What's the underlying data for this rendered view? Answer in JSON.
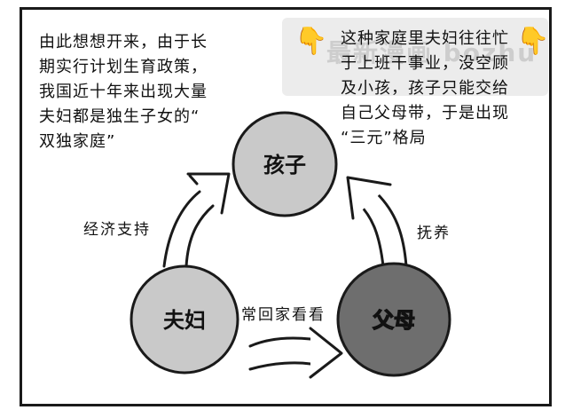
{
  "notes": {
    "left": "由此想想开来，由于长\n期实行计划生育政策，\n我国近十年来出现大量\n夫妇都是独生子女的“\n双独家庭”",
    "right": "这种家庭里夫妇往往忙\n于上班干事业，没空顾\n及小孩，孩子只能交给\n自己父母带，于是出现\n“三元”格局"
  },
  "nodes": {
    "child": "孩子",
    "couple": "夫妇",
    "parents": "父母"
  },
  "edges": {
    "couple_to_child": "经济支持",
    "parents_to_child": "抚养",
    "couple_to_parents": "常回家看看"
  },
  "watermark": {
    "text": "最新漫画 bozhu"
  },
  "icons": [
    "pointing-hand-icon",
    "pointing-hand-icon"
  ],
  "colors": {
    "child_fill": "#c9c9c9",
    "couple_fill": "#c9c9c9",
    "parents_fill": "#6e6e6e",
    "ink": "#1a1a1a",
    "hand": "#f3b400"
  }
}
